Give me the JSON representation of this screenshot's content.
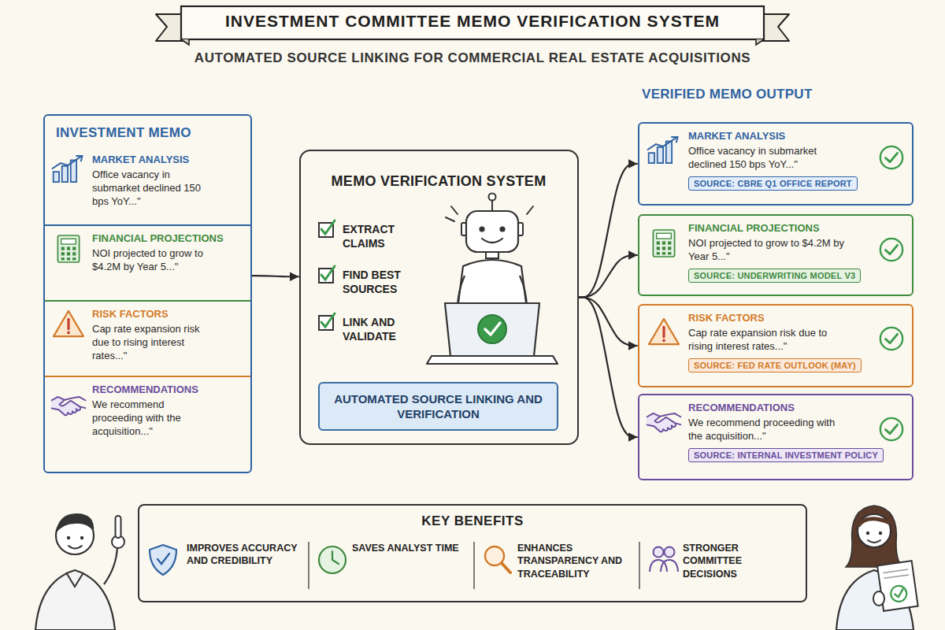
{
  "diagram": {
    "title": "INVESTMENT COMMITTEE MEMO VERIFICATION SYSTEM",
    "nodes": [
      {
        "text": [
          "INVESTMENT MEMO"
        ]
      },
      {
        "text": [
          "MARKET ANALYSIS",
          "Office vacancy in submarket declined 150 bps YoY...\""
        ],
        "in": 0
      },
      {
        "text": [
          "FINANCIAL PROJECTIONS",
          "NOI projected to grow to $4.2M by Year 5...\""
        ],
        "in": 0
      },
      {
        "text": [
          "RISK FACTORS",
          "Cap rate expansion risk due to rising interest rates...\""
        ],
        "in": 0
      },
      {
        "text": [
          "RECOMMENDATIONS",
          "We recommend proceeding with the acquisition...\""
        ],
        "in": 0
      },
      {
        "text": [
          "MEMO VERIFICATION SYSTEM",
          "EXTRACT CLAIMS",
          "FIND BEST SOURCES",
          "LINK AND VALIDATE"
        ]
      },
      {
        "text": [
          "AUTOMATED SOURCE LINKING AND VERIFICATION"
        ],
        "in": 5
      },
      {
        "text": [
          "MARKET ANALYSIS",
          "Office vacancy in submarket declined 150 bps YoY...\""
        ]
      },
      {
        "text": [
          "SOURCE: CBRE Q1 OFFICE REPORT"
        ],
        "in": 7
      },
      {
        "text": [
          "FINANCIAL PROJECTIONS",
          "NOI projected to grow to $4.2M by Year 5...\""
        ]
      },
      {
        "text": [
          "SOURCE: UNDERWRITING MODEL V3"
        ],
        "in": 9
      },
      {
        "text": [
          "RISK FACTORS",
          "Cap rate expansion risk due to rising interest rates...\""
        ]
      },
      {
        "text": [
          "SOURCE: FED RATE OUTLOOK (MAY)"
        ],
        "in": 11
      },
      {
        "text": [
          "RECOMMENDATIONS",
          "We recommend proceeding with the acquisition...\""
        ]
      },
      {
        "text": [
          "SOURCE: INTERNAL INVESTMENT POLICY"
        ],
        "in": 13
      },
      {
        "text": [
          "KEY BENEFITS",
          "IMPROVES ACCURACY AND CREDIBILITY",
          "SAVES ANALYST TIME",
          "ENHANCES TRANSPARENCY AND TRACEABILITY",
          "STRONGER COMMITTEE DECISIONS"
        ]
      }
    ],
    "edges": [
      {
        "from": 0,
        "to": 5,
        "arrow": "to"
      },
      {
        "from": 5,
        "to": 7,
        "arrow": "to"
      },
      {
        "from": 5,
        "to": 9,
        "arrow": "to"
      },
      {
        "from": 5,
        "to": 11,
        "arrow": "to"
      },
      {
        "from": 5,
        "to": 13,
        "arrow": "to"
      }
    ],
    "labels": [
      "AUTOMATED SOURCE LINKING FOR COMMERCIAL REAL ESTATE ACQUISITIONS",
      "VERIFIED MEMO OUTPUT"
    ]
  }
}
